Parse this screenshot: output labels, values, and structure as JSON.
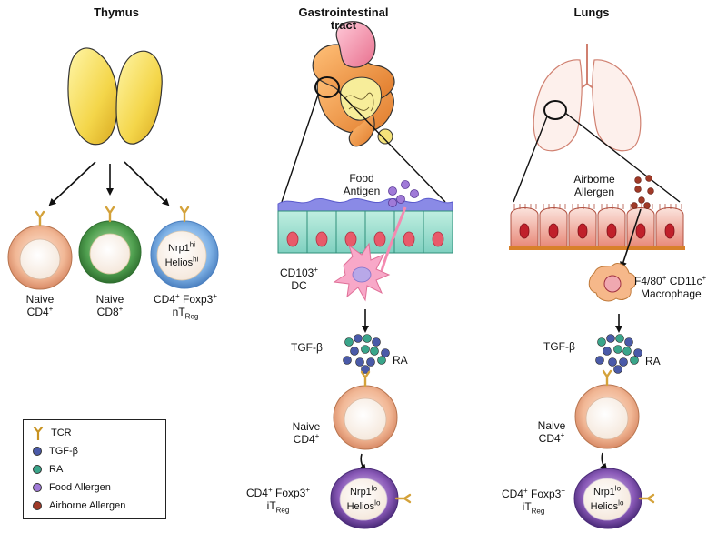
{
  "titles": {
    "thymus": "Thymus",
    "gi_line1": "Gastrointestinal",
    "gi_line2": "tract",
    "lungs": "Lungs"
  },
  "thymus_cells": {
    "naive_cd4": {
      "line1": "Naive",
      "line2": "CD4",
      "line2_sup": "+"
    },
    "naive_cd8": {
      "line1": "Naive",
      "line2": "CD8",
      "line2_sup": "+"
    },
    "ntreg": {
      "line1_a": "CD4",
      "line1_a_sup": "+",
      "line1_b": " Foxp3",
      "line1_b_sup": "+",
      "line2": "nT",
      "line2_sub": "Reg",
      "inner1": "Nrp1",
      "inner1_sup": "hi",
      "inner2": "Helios",
      "inner2_sup": "hi"
    }
  },
  "gi": {
    "food_antigen_1": "Food",
    "food_antigen_2": "Antigen",
    "dc_1": "CD103",
    "dc_1_sup": "+",
    "dc_2": "DC",
    "tgfb": "TGF-β",
    "ra": "RA",
    "naive_1": "Naive",
    "naive_2": "CD4",
    "naive_2_sup": "+",
    "itreg_1a": "CD4",
    "itreg_1a_sup": "+",
    "itreg_1b": " Foxp3",
    "itreg_1b_sup": "+",
    "itreg_2": "iT",
    "itreg_2_sub": "Reg",
    "inner1": "Nrp1",
    "inner1_sup": "lo",
    "inner2": "Helios",
    "inner2_sup": "lo"
  },
  "lungs": {
    "airborne_1": "Airborne",
    "airborne_2": "Allergen",
    "mac_1a": "F4/80",
    "mac_1a_sup": "+",
    "mac_1b": " CD11c",
    "mac_1b_sup": "+",
    "mac_2": "Macrophage",
    "tgfb": "TGF-β",
    "ra": "RA",
    "naive_1": "Naive",
    "naive_2": "CD4",
    "naive_2_sup": "+",
    "itreg_1a": "CD4",
    "itreg_1a_sup": "+",
    "itreg_1b": " Foxp3",
    "itreg_1b_sup": "+",
    "itreg_2": "iT",
    "itreg_2_sub": "Reg",
    "inner1": "Nrp1",
    "inner1_sup": "lo",
    "inner2": "Helios",
    "inner2_sup": "lo"
  },
  "legend": {
    "items": [
      {
        "label": "TCR",
        "icon": "tcr-icon"
      },
      {
        "label": "TGF-β",
        "icon": "tgfb-dot",
        "color": "#4a5aa8"
      },
      {
        "label": "RA",
        "icon": "ra-dot",
        "color": "#3aa58a"
      },
      {
        "label": "Food Allergen",
        "icon": "food-allergen-dot",
        "color": "#a07ad8"
      },
      {
        "label": "Airborne Allergen",
        "icon": "airborne-allergen-dot",
        "color": "#a03a28"
      }
    ]
  },
  "colors": {
    "naive_cd4": "#f4c9b0",
    "naive_cd8": "#5aa85a",
    "ntreg": "#7fb2e6",
    "itreg": "#6a3a98",
    "tcr": "#d4a23a",
    "tgfb": "#4a5aa8",
    "ra": "#3aa58a",
    "food": "#a07ad8",
    "airborne": "#a03a28"
  }
}
